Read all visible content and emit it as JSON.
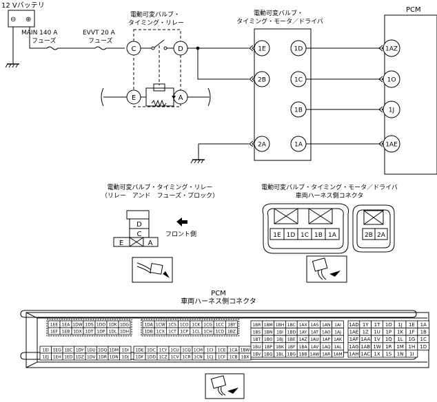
{
  "battery": {
    "label": "12 Vバッテリ",
    "minus": "⊖",
    "plus": "⊕"
  },
  "fuses": [
    {
      "line1": "MAIN 140 A",
      "line2": "フューズ"
    },
    {
      "line1": "EVVT 20 A",
      "line2": "フューズ"
    }
  ],
  "relay": {
    "title_line1": "電動可変バルブ・",
    "title_line2": "タイミング・リレー",
    "terminals": [
      "C",
      "D",
      "E",
      "A"
    ]
  },
  "driver": {
    "title_line1": "電動可変バルブ・",
    "title_line2": "タイミング・モータ／ドライバ",
    "left_pins": [
      "1E",
      "2B",
      "2A"
    ],
    "right_pins": [
      "1D",
      "1C",
      "1B",
      "1A"
    ]
  },
  "pcm": {
    "label": "PCM",
    "pins": [
      "1AZ",
      "1O",
      "1J",
      "1AE"
    ]
  },
  "relay_connector": {
    "title_line1": "電動可変バルブ・タイミング・リレー",
    "title_line2": "（リレー　アンド　フューズ・ブロック）",
    "cells": [
      "D",
      "C",
      "E",
      "A"
    ],
    "front_label": "フロント側"
  },
  "driver_connector": {
    "title_line1": "電動可変バルブ・タイミング・モータ／ドライバ",
    "title_line2": "車両ハーネス側コネクタ",
    "main_pins": [
      "1E",
      "1D",
      "1C",
      "1B",
      "1A"
    ],
    "sub_pins": [
      "2B",
      "2A"
    ]
  },
  "pcm_connector": {
    "title_line1": "PCM",
    "title_line2": "車両ハーネス側コネクタ",
    "block1": [
      [
        "1EE",
        "1EA",
        "1DW",
        "1DS",
        "1DO",
        "1DK",
        "1DG"
      ],
      [
        "1EF",
        "1EB",
        "1DX",
        "1DT",
        "1DP",
        "1DL",
        "1DH"
      ]
    ],
    "block2": [
      [
        "1DA",
        "1CW",
        "1CS",
        "1CO",
        "1CK",
        "1CG",
        "1CC",
        "1BY"
      ],
      [
        "1DB",
        "1CX",
        "1CT",
        "1CP",
        "1CL",
        "1CH",
        "1CD",
        "1BZ"
      ]
    ],
    "block3": [
      [
        "1EI",
        "1EG",
        "1EC",
        "1DY",
        "1DU",
        "1DQ",
        "1DM",
        "1DI"
      ],
      [
        "1EJ",
        "1EH",
        "1ED",
        "1DZ",
        "1DV",
        "1DR",
        "1DN",
        "1DJ"
      ]
    ],
    "block4": [
      [
        "1DE",
        "1DC",
        "1CY",
        "1CU",
        "1CQ",
        "1CM",
        "1CI",
        "1CE",
        "1CA",
        "1BW"
      ],
      [
        "1DF",
        "1DD",
        "1CZ",
        "1CV",
        "1CR",
        "1CN",
        "1CJ",
        "1CF",
        "1CB",
        "1BX"
      ]
    ],
    "block5": [
      [
        "1BR",
        "1BM",
        "1BH",
        "1BC",
        "1AX",
        "1AS",
        "1AN",
        "1AI"
      ],
      [
        "1BS",
        "1BN",
        "1BI",
        "1BD",
        "1AY",
        "1AT",
        "1AO",
        "1AJ"
      ],
      [
        "1BT",
        "1BO",
        "1BJ",
        "1BE",
        "1AZ",
        "1AU",
        "1AP",
        "1AK"
      ],
      [
        "1BU",
        "1BP",
        "1BK",
        "1BF",
        "1BA",
        "1AV",
        "1AQ",
        "1AL"
      ],
      [
        "1BV",
        "1BQ",
        "1BL",
        "1BG",
        "1BB",
        "1AW",
        "1AR",
        "1AM"
      ]
    ],
    "block6": [
      [
        "1AD",
        "1Y",
        "1T",
        "1O",
        "1J",
        "1E",
        "1A"
      ],
      [
        "1AE",
        "1Z",
        "1U",
        "1P",
        "1K",
        "1F",
        "1B"
      ],
      [
        "1AF",
        "1AA",
        "1V",
        "1Q",
        "1L",
        "1G",
        "1C"
      ],
      [
        "1AG",
        "1AB",
        "1W",
        "1R",
        "1M",
        "1H",
        "1D"
      ],
      [
        "1AH",
        "1AC",
        "1X",
        "1S",
        "1N",
        "1I",
        ""
      ]
    ]
  }
}
